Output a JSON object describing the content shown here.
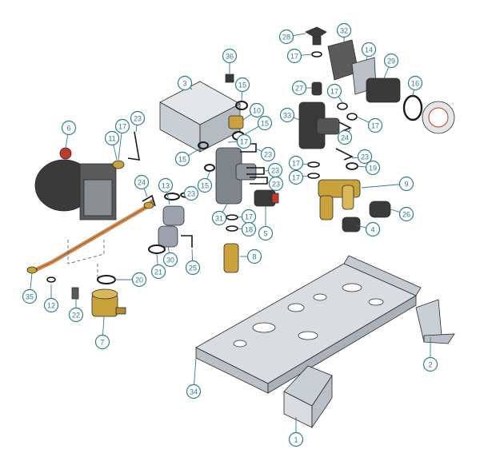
{
  "colors": {
    "callout": "#2e7d8a",
    "metal": "#d9dde2",
    "metal_dark": "#9aa3ad",
    "brass": "#c9a23c",
    "copper": "#d08a4e",
    "dark": "#3a3a3a",
    "red": "#c0392b",
    "ring": "#1a1a1a"
  },
  "callouts": [
    {
      "number": "1"
    },
    {
      "number": "2"
    },
    {
      "number": "3"
    },
    {
      "number": "4"
    },
    {
      "number": "5"
    },
    {
      "number": "6"
    },
    {
      "number": "7"
    },
    {
      "number": "8"
    },
    {
      "number": "9"
    },
    {
      "number": "10"
    },
    {
      "number": "11"
    },
    {
      "number": "12"
    },
    {
      "number": "13"
    },
    {
      "number": "14"
    },
    {
      "number": "15"
    },
    {
      "number": "15"
    },
    {
      "number": "15"
    },
    {
      "number": "15"
    },
    {
      "number": "16"
    },
    {
      "number": "17"
    },
    {
      "number": "17"
    },
    {
      "number": "17"
    },
    {
      "number": "17"
    },
    {
      "number": "17"
    },
    {
      "number": "17"
    },
    {
      "number": "17"
    },
    {
      "number": "17"
    },
    {
      "number": "18"
    },
    {
      "number": "19"
    },
    {
      "number": "20"
    },
    {
      "number": "21"
    },
    {
      "number": "22"
    },
    {
      "number": "23"
    },
    {
      "number": "23"
    },
    {
      "number": "23"
    },
    {
      "number": "23"
    },
    {
      "number": "23"
    },
    {
      "number": "23"
    },
    {
      "number": "24"
    },
    {
      "number": "24"
    },
    {
      "number": "25"
    },
    {
      "number": "26"
    },
    {
      "number": "27"
    },
    {
      "number": "28"
    },
    {
      "number": "29"
    },
    {
      "number": "30"
    },
    {
      "number": "31"
    },
    {
      "number": "32"
    },
    {
      "number": "33"
    },
    {
      "number": "34"
    },
    {
      "number": "35"
    },
    {
      "number": "36"
    }
  ]
}
